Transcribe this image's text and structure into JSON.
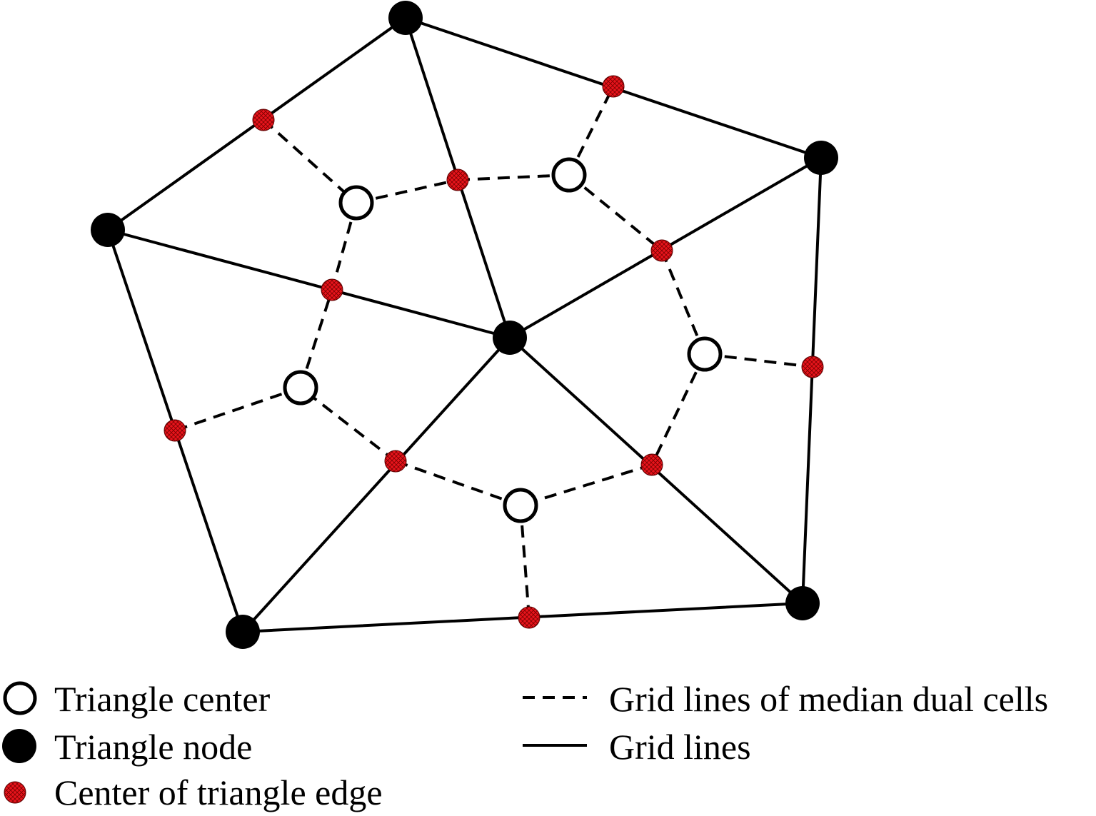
{
  "legend": {
    "items": [
      {
        "symbol": "open-circle",
        "label": "Triangle center"
      },
      {
        "symbol": "filled-circle",
        "label": "Triangle node"
      },
      {
        "symbol": "red-hatched-dot",
        "label": "Center of triangle edge"
      },
      {
        "symbol": "dashed-line",
        "label": "Grid lines of median dual cells"
      },
      {
        "symbol": "solid-line",
        "label": "Grid lines"
      }
    ]
  },
  "colors": {
    "line": "#000000",
    "edge_center_fill": "#e8141c",
    "node_fill": "#000000",
    "center_fill": "#ffffff"
  },
  "icons": [
    "open-circle-icon",
    "filled-circle-icon",
    "red-hatched-dot-icon",
    "dashed-line-icon",
    "solid-line-icon"
  ]
}
